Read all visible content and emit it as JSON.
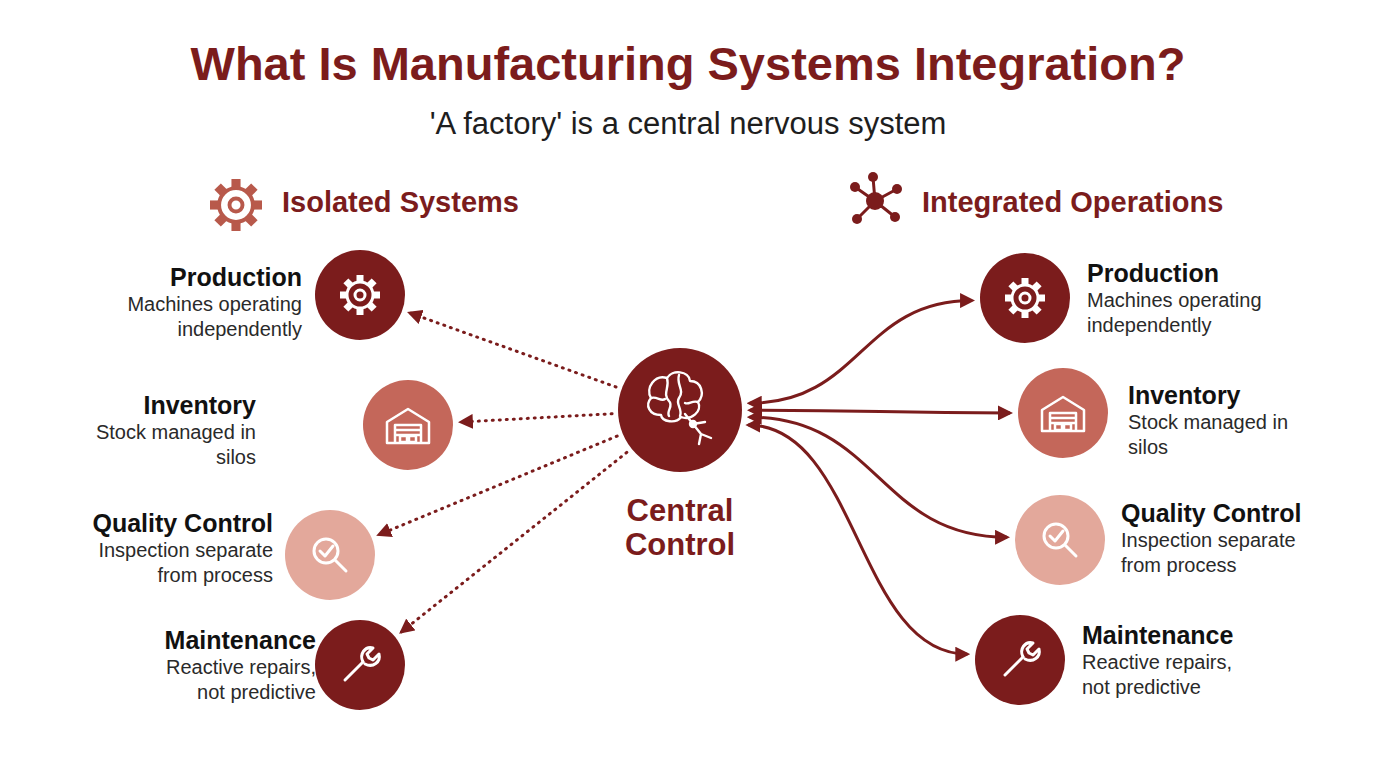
{
  "diagram": {
    "title": "What Is Manufacturing Systems Integration?",
    "nodes": [
      {
        "text": [
          "Production",
          "Machines operating independently"
        ]
      },
      {
        "text": [
          "Inventory",
          "Stock managed in silos"
        ]
      },
      {
        "text": [
          "Quality Control",
          "Inspection separate from process"
        ]
      },
      {
        "text": [
          "Maintenance",
          "Reactive repairs, not predictive"
        ]
      },
      {
        "text": [
          "Central Control"
        ]
      },
      {
        "text": [
          "Production",
          "Machines operating independently"
        ]
      },
      {
        "text": [
          "Inventory",
          "Stock managed in silos"
        ]
      },
      {
        "text": [
          "Quality Control",
          "Inspection separate from process"
        ]
      },
      {
        "text": [
          "Maintenance",
          "Reactive repairs, not predictive"
        ]
      }
    ],
    "edges": [
      {
        "from": 4,
        "to": 0,
        "arrow": "to"
      },
      {
        "from": 4,
        "to": 1,
        "arrow": "to"
      },
      {
        "from": 4,
        "to": 2,
        "arrow": "to"
      },
      {
        "from": 4,
        "to": 3,
        "arrow": "to"
      },
      {
        "from": 4,
        "to": 5,
        "arrow": "both"
      },
      {
        "from": 4,
        "to": 6,
        "arrow": "both"
      },
      {
        "from": 4,
        "to": 7,
        "arrow": "both"
      },
      {
        "from": 4,
        "to": 8,
        "arrow": "both"
      }
    ],
    "labels": [
      "'A factory' is a central nervous system",
      "Isolated Systems",
      "Integrated Operations"
    ]
  }
}
